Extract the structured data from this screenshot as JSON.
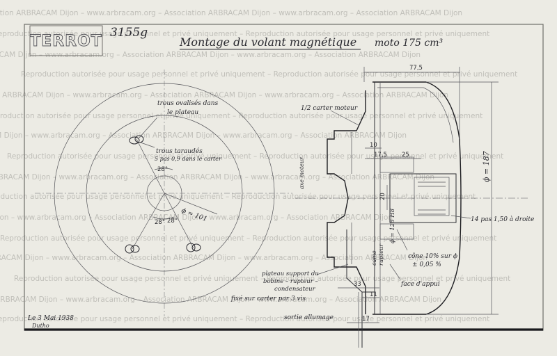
{
  "drawing_number": "3155g",
  "logo_text": "TERROT",
  "title": {
    "main": "Montage du volant magnétique",
    "moto": "moto 175 cm³"
  },
  "watermark": {
    "line_a": "Association ARBRACAM Dijon – www.arbracam.org – Association ARBRACAM Dijon – www.arbracam.org – Association ARBRACAM Dijon",
    "line_b": "Reproduction autorisée pour usage personnel et privé uniquement – Reproduction autorisée pour usage personnel et privé uniquement"
  },
  "front_view": {
    "holes_note_1": "trous ovalisés dans",
    "holes_note_2": "le plateau",
    "tapped_note_1": "trous taraudés",
    "tapped_note_2": "5 pas 0,9 dans le carter",
    "angle_top": "28°",
    "angle_left": "28°",
    "angle_right": "28°",
    "diameter": "ϕ = 101"
  },
  "section_view": {
    "axis_label": "axe moteur",
    "dim_top": "77,5",
    "dim_height": "ϕ = 187",
    "dim_10": "10",
    "dim_17_5": "17,5",
    "dim_25": "25",
    "dim_20": "20",
    "dim_33": "33",
    "dim_11": "11",
    "dim_17": "17",
    "label_half_case": "1/2 carter moteur",
    "label_thread": "14 pas 1,50 à droite",
    "label_cam": "came",
    "label_breaker": "rupteur",
    "label_plateau_dia": "ϕ = 128 H8",
    "label_cone_1": "cône 10% sur ϕ",
    "label_cone_2": "± 0,05 %",
    "label_face": "face d'appui",
    "label_plate_1": "plateau support du",
    "label_plate_2": "bobine – rupteur –",
    "label_plate_3": "condensateur",
    "label_fix": "fixé sur carter par 3 vis",
    "label_exit": "sortie allumage"
  },
  "signature": {
    "date": "Le 3 Mai 1938",
    "initials": "Dutho"
  }
}
